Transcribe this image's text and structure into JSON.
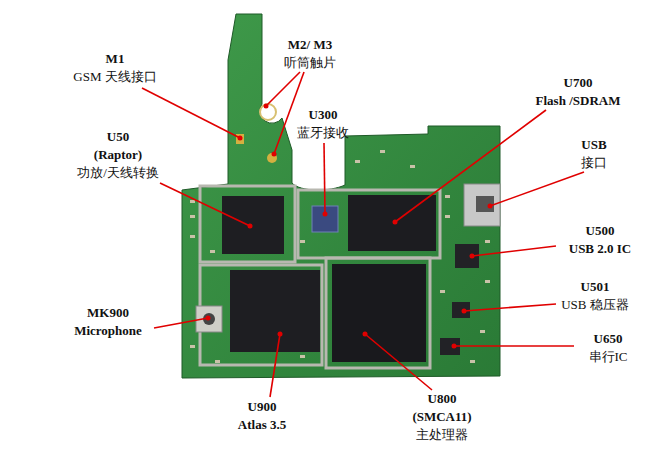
{
  "diagram": {
    "labels": [
      "M1",
      "GSM 天线接口",
      "M2/ M3",
      "听筒触片",
      "U700",
      "Flash /SDRAM",
      "U50",
      "(Raptor)",
      "功放/天线转换",
      "U300",
      "蓝牙接收",
      "USB",
      "接口",
      "U500",
      "USB 2.0 IC",
      "U501",
      "USB 稳压器",
      "MK900",
      "Microphone",
      "U650",
      "串行IC",
      "U900",
      "Atlas 3.5",
      "U800",
      "(SMCA11)",
      "主处理器"
    ]
  }
}
